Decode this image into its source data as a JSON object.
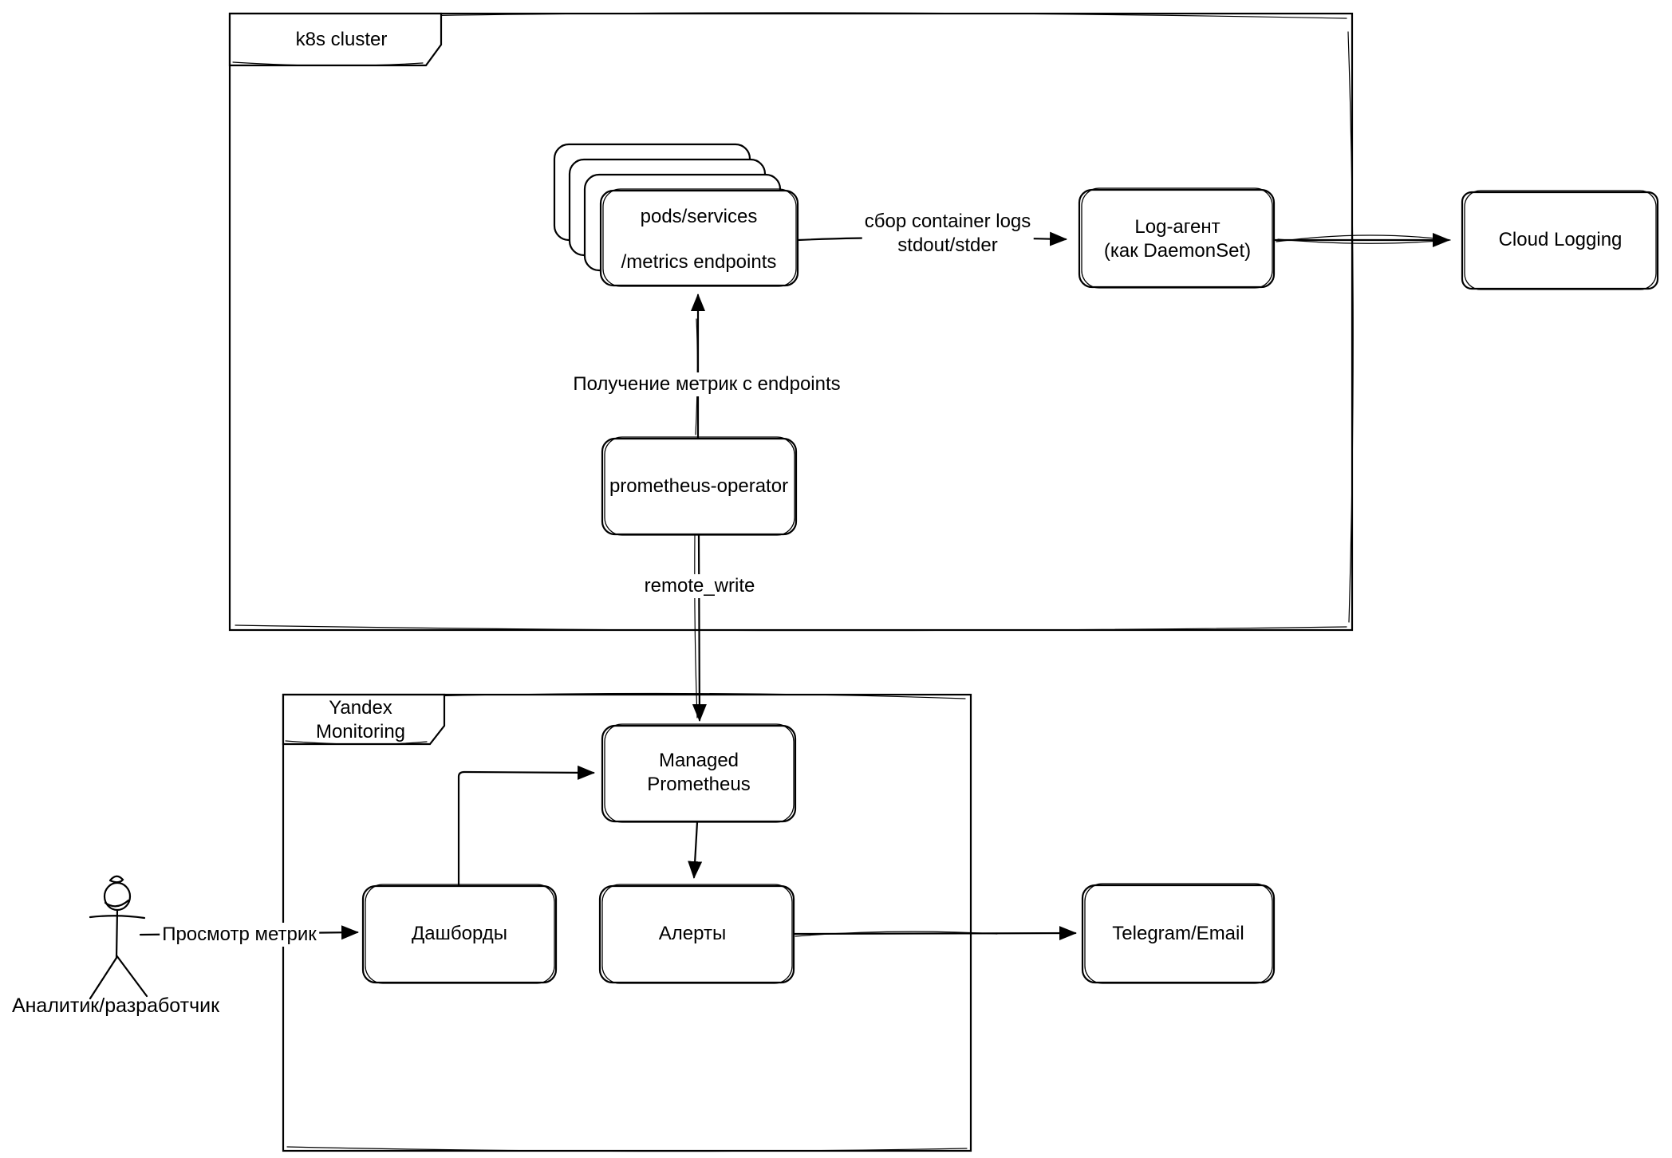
{
  "diagram": {
    "containers": {
      "k8s": {
        "label": "k8s cluster"
      },
      "yandex_monitoring": {
        "label_line1": "Yandex",
        "label_line2": "Monitoring"
      }
    },
    "nodes": {
      "pods_services": {
        "line1": "pods/services",
        "line2": "/metrics endpoints"
      },
      "log_agent": {
        "line1": "Log-агент",
        "line2": "(как DaemonSet)"
      },
      "cloud_logging": {
        "label": "Cloud Logging"
      },
      "prometheus_operator": {
        "label": "prometheus-operator"
      },
      "managed_prometheus": {
        "line1": "Managed",
        "line2": "Prometheus"
      },
      "dashboards": {
        "label": "Дашборды"
      },
      "alerts": {
        "label": "Алерты"
      },
      "telegram_email": {
        "label": "Telegram/Email"
      }
    },
    "edges": {
      "container_logs": {
        "label_line1": "сбор container logs",
        "label_line2": "stdout/stder"
      },
      "metrics_from_endpoints": {
        "label": "Получение метрик с endpoints"
      },
      "remote_write": {
        "label": "remote_write"
      },
      "view_metrics": {
        "label": "Просмотр метрик"
      }
    },
    "actor": {
      "label": "Аналитик/разработчик"
    },
    "colors": {
      "stroke": "#000000",
      "background": "#ffffff"
    }
  }
}
